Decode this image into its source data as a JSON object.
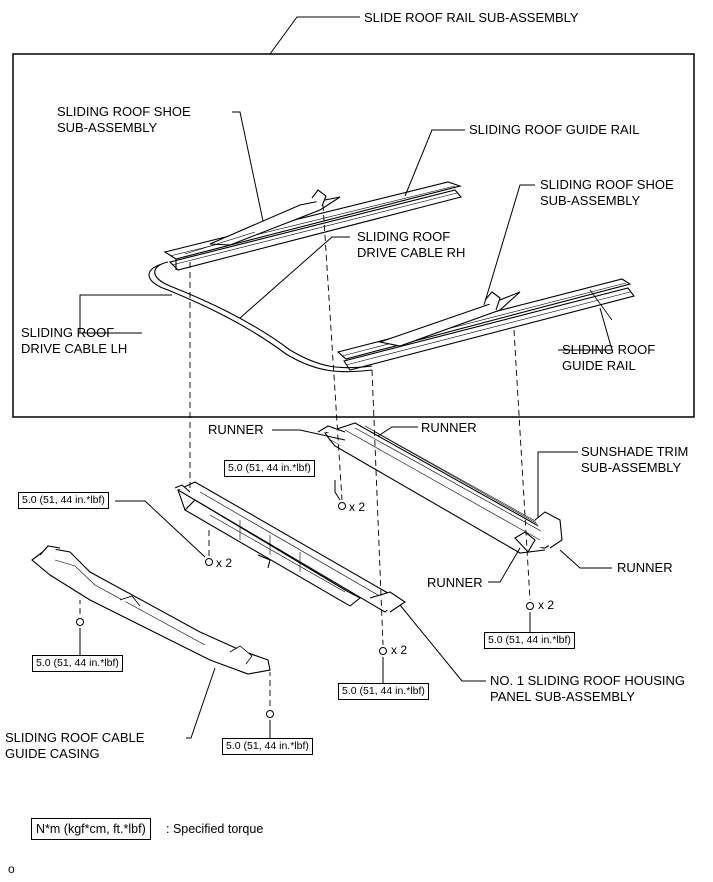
{
  "labels": {
    "slide_roof_rail": "SLIDE ROOF RAIL SUB-ASSEMBLY",
    "shoe_left": "SLIDING ROOF SHOE\nSUB-ASSEMBLY",
    "guide_rail_top": "SLIDING ROOF GUIDE RAIL",
    "shoe_right": "SLIDING ROOF SHOE\nSUB-ASSEMBLY",
    "drive_cable_rh": "SLIDING ROOF\nDRIVE CABLE RH",
    "drive_cable_lh": "SLIDING ROOF\nDRIVE CABLE LH",
    "guide_rail_right": "SLIDING ROOF\nGUIDE RAIL",
    "runner_1": "RUNNER",
    "runner_2": "RUNNER",
    "runner_3": "RUNNER",
    "runner_4": "RUNNER",
    "sunshade": "SUNSHADE TRIM\nSUB-ASSEMBLY",
    "housing_panel": "NO. 1 SLIDING ROOF HOUSING\nPANEL SUB-ASSEMBLY",
    "cable_guide": "SLIDING ROOF CABLE\nGUIDE CASING"
  },
  "torque": {
    "t1": "5.0 (51, 44 in.*lbf)",
    "t2": "5.0 (51, 44 in.*lbf)",
    "t3": "5.0 (51, 44 in.*lbf)",
    "t4": "5.0 (51, 44 in.*lbf)",
    "t5": "5.0 (51, 44 in.*lbf)",
    "t6": "5.0 (51, 44 in.*lbf)"
  },
  "qty": {
    "q1": "x 2",
    "q2": "x 2",
    "q3": "x 2",
    "q4": "x 2"
  },
  "legend": {
    "unit": "N*m (kgf*cm, ft.*lbf)",
    "desc": ": Specified torque"
  },
  "footer": {
    "code": "o"
  }
}
